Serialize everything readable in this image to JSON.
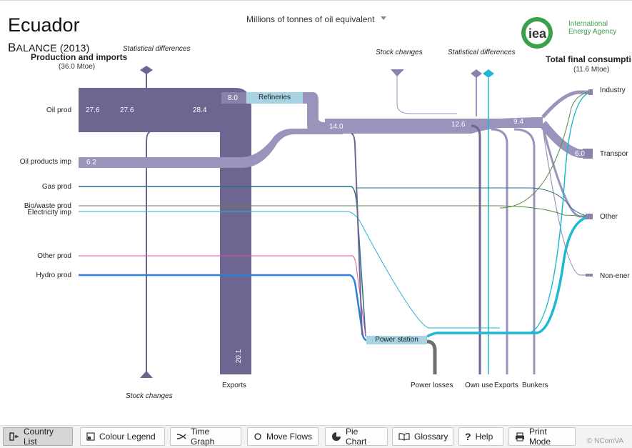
{
  "header": {
    "title": "Ecuador",
    "subtitle_cap": "B",
    "subtitle_rest": "ALANCE (2013)",
    "unit_label": "Millions of tonnes of oil equivalent",
    "agency_line1": "International",
    "agency_line2": "Energy Agency",
    "logo_text": "iea"
  },
  "left": {
    "title": "Production and imports",
    "total": "(36.0 Mtoe)",
    "stat_diff": "Statistical differences",
    "stock_changes": "Stock changes"
  },
  "right": {
    "title": "Total final consumpti",
    "total": "(11.6 Mtoe)"
  },
  "top_labels": {
    "stock_changes": "Stock changes",
    "stat_diff": "Statistical differences"
  },
  "sources": [
    "Oil prod",
    "Oil products imp",
    "Gas prod",
    "Bio/waste prod",
    "Electricity imp",
    "Other prod",
    "Hydro prod"
  ],
  "sinks": [
    "Industry",
    "Transpor",
    "Other",
    "Non-ener"
  ],
  "bottom_sinks": [
    "Exports",
    "Power losses",
    "Own use",
    "Exports",
    "Bunkers"
  ],
  "nodes": {
    "refineries": "Refineries",
    "power_station": "Power station"
  },
  "values": {
    "oil_a": "27.6",
    "oil_b": "27.6",
    "oil_c": "28.4",
    "ref_in": "8.0",
    "imp": "6.2",
    "ref_out": "14.0",
    "mid": "12.6",
    "tfc": "9.4",
    "transport": "6.0",
    "exports": "20.1"
  },
  "colors": {
    "oil_crude": "#6f6591",
    "oil_products": "#9a93bc",
    "electricity": "#1fb8d0",
    "gas": "#2a6f8a",
    "bio": "#5a8a4a",
    "other": "#d84fa8",
    "hydro": "#2b7fd8",
    "node": "#a7d3e3"
  },
  "toolbar": {
    "country_list": "Country List",
    "colour_legend": "Colour Legend",
    "time_graph": "Time Graph",
    "move_flows": "Move Flows",
    "pie_chart": "Pie Chart",
    "glossary": "Glossary",
    "help": "Help",
    "print_mode": "Print Mode"
  },
  "copyright": "© NComVA"
}
